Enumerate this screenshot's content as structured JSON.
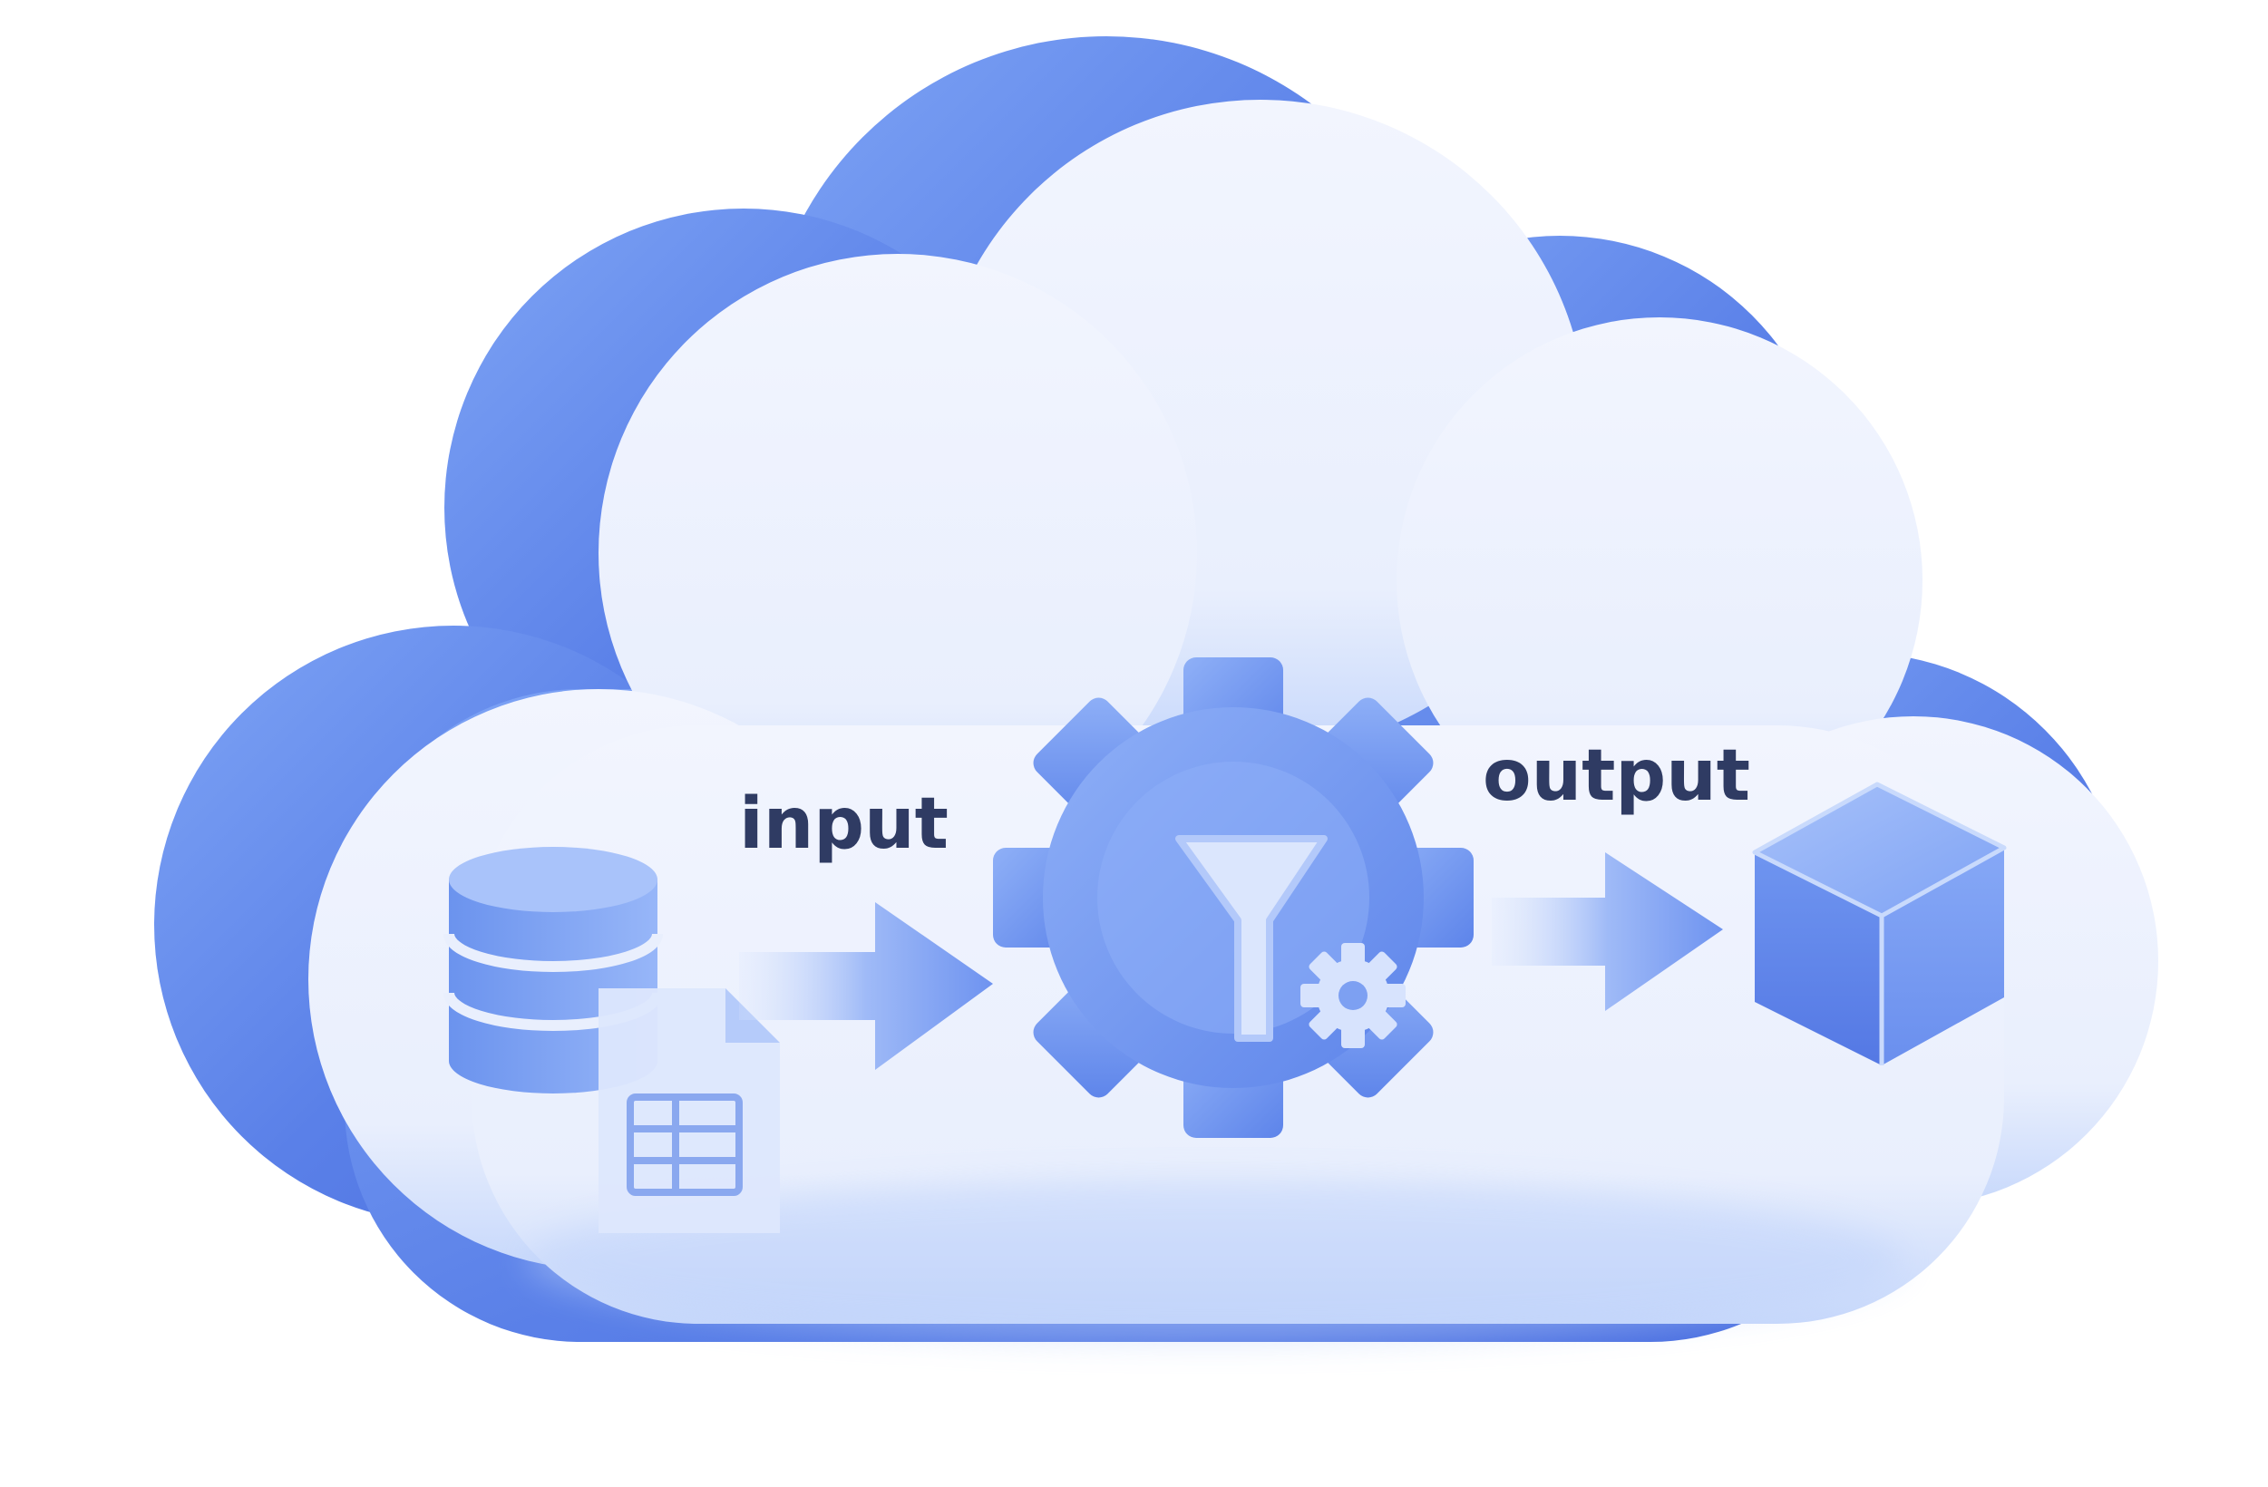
{
  "diagram": {
    "labels": {
      "input": "input",
      "output": "output"
    },
    "nodes": [
      {
        "id": "source",
        "icon": "database-icon"
      },
      {
        "id": "source-file",
        "icon": "spreadsheet-file-icon"
      },
      {
        "id": "processor",
        "icon": "gear-icon"
      },
      {
        "id": "filter",
        "icon": "funnel-filter-icon"
      },
      {
        "id": "settings",
        "icon": "small-gear-icon"
      },
      {
        "id": "result",
        "icon": "cube-icon"
      }
    ],
    "edges": [
      {
        "from": "source",
        "to": "processor",
        "label_key": "input"
      },
      {
        "from": "processor",
        "to": "result",
        "label_key": "output"
      }
    ],
    "colors": {
      "cloud_side": "#5f86ea",
      "cloud_face": "#eaf0fd",
      "accent": "#6e98f2",
      "text": "#2f3b63"
    }
  }
}
